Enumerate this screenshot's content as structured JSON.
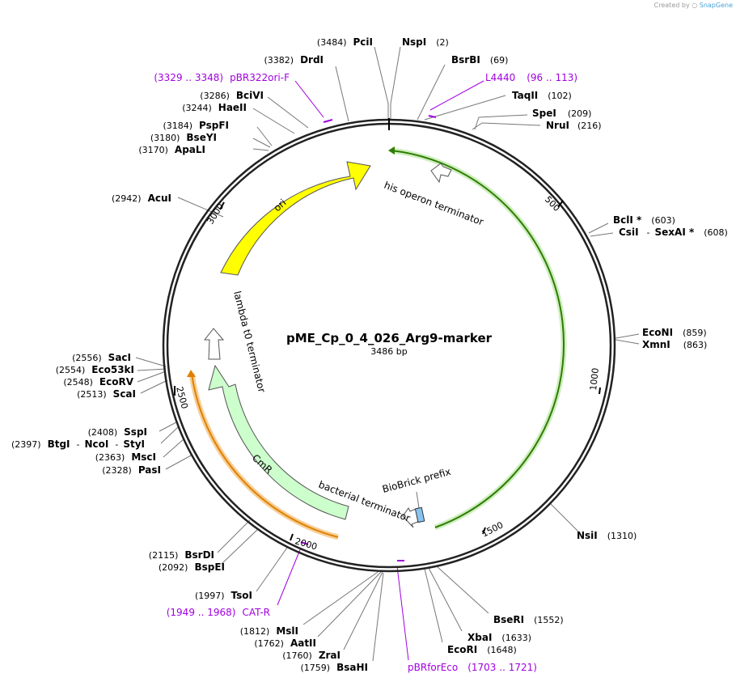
{
  "credit": {
    "prefix": "Created by",
    "brand": "SnapGene"
  },
  "plasmid": {
    "name": "pME_Cp_0_4_026_Arg9-marker",
    "length_label": "3486 bp",
    "length": 3486
  },
  "ticks": [
    {
      "pos": 500,
      "label": "500"
    },
    {
      "pos": 1000,
      "label": "1000"
    },
    {
      "pos": 1500,
      "label": "1500"
    },
    {
      "pos": 2000,
      "label": "2000"
    },
    {
      "pos": 2500,
      "label": "2500"
    },
    {
      "pos": 3000,
      "label": "3000"
    }
  ],
  "features": [
    {
      "id": "his",
      "label": "his operon terminator",
      "kind": "terminator"
    },
    {
      "id": "lambda",
      "label": "lambda t0 terminator",
      "kind": "terminator"
    },
    {
      "id": "bact",
      "label": "bacterial terminator",
      "kind": "terminator"
    },
    {
      "id": "biobrick",
      "label": "BioBrick prefix",
      "kind": "misc"
    },
    {
      "id": "ori",
      "label": "ori",
      "kind": "rep_origin",
      "color": "#ffff00"
    },
    {
      "id": "cmr",
      "label": "CmR",
      "kind": "cds",
      "color": "#ccffcc"
    }
  ],
  "sites": [
    {
      "id": "PciI",
      "name": "PciI",
      "pos": "(3484)"
    },
    {
      "id": "NspI",
      "name": "NspI",
      "pos": "(2)"
    },
    {
      "id": "DrdI",
      "name": "DrdI",
      "pos": "(3382)"
    },
    {
      "id": "BsrBI",
      "name": "BsrBI",
      "pos": "(69)"
    },
    {
      "id": "TaqII",
      "name": "TaqII",
      "pos": "(102)"
    },
    {
      "id": "SpeI",
      "name": "SpeI",
      "pos": "(209)"
    },
    {
      "id": "NruI",
      "name": "NruI",
      "pos": "(216)"
    },
    {
      "id": "BciVI",
      "name": "BciVI",
      "pos": "(3286)"
    },
    {
      "id": "HaeII",
      "name": "HaeII",
      "pos": "(3244)"
    },
    {
      "id": "PspFI",
      "name": "PspFI",
      "pos": "(3184)"
    },
    {
      "id": "BseYI",
      "name": "BseYI",
      "pos": "(3180)"
    },
    {
      "id": "ApaLI",
      "name": "ApaLI",
      "pos": "(3170)"
    },
    {
      "id": "AcuI",
      "name": "AcuI",
      "pos": "(2942)"
    },
    {
      "id": "BclI",
      "name": "BclI *",
      "pos": "(603)"
    },
    {
      "id": "CsiI",
      "name": "CsiI",
      "sep": "-",
      "name2": "SexAI *",
      "pos": "(608)"
    },
    {
      "id": "EcoNI",
      "name": "EcoNI",
      "pos": "(859)"
    },
    {
      "id": "XmnI",
      "name": "XmnI",
      "pos": "(863)"
    },
    {
      "id": "SacI",
      "name": "SacI",
      "pos": "(2556)"
    },
    {
      "id": "Eco53kI",
      "name": "Eco53kI",
      "pos": "(2554)"
    },
    {
      "id": "EcoRV",
      "name": "EcoRV",
      "pos": "(2548)"
    },
    {
      "id": "ScaI",
      "name": "ScaI",
      "pos": "(2513)"
    },
    {
      "id": "SspI",
      "name": "SspI",
      "pos": "(2408)"
    },
    {
      "id": "BtgI",
      "name": "BtgI",
      "sep": "-",
      "name2": "NcoI",
      "sep2": "-",
      "name3": "StyI",
      "pos": "(2397)"
    },
    {
      "id": "MscI",
      "name": "MscI",
      "pos": "(2363)"
    },
    {
      "id": "PasI",
      "name": "PasI",
      "pos": "(2328)"
    },
    {
      "id": "NsiI",
      "name": "NsiI",
      "pos": "(1310)"
    },
    {
      "id": "BsrDI",
      "name": "BsrDI",
      "pos": "(2115)"
    },
    {
      "id": "BspEI",
      "name": "BspEI",
      "pos": "(2092)"
    },
    {
      "id": "TsoI",
      "name": "TsoI",
      "pos": "(1997)"
    },
    {
      "id": "BseRI",
      "name": "BseRI",
      "pos": "(1552)"
    },
    {
      "id": "XbaI",
      "name": "XbaI",
      "pos": "(1633)"
    },
    {
      "id": "EcoRI",
      "name": "EcoRI",
      "pos": "(1648)"
    },
    {
      "id": "MslI",
      "name": "MslI",
      "pos": "(1812)"
    },
    {
      "id": "AatII",
      "name": "AatII",
      "pos": "(1762)"
    },
    {
      "id": "ZraI",
      "name": "ZraI",
      "pos": "(1760)"
    },
    {
      "id": "BsaHI",
      "name": "BsaHI",
      "pos": "(1759)"
    }
  ],
  "primers": [
    {
      "id": "pBR322ori",
      "name": "pBR322ori-F",
      "range": "(3329 .. 3348)"
    },
    {
      "id": "L4440",
      "name": "L4440",
      "range": "(96 .. 113)"
    },
    {
      "id": "CATR",
      "name": "CAT-R",
      "range": "(1949 .. 1968)"
    },
    {
      "id": "pBRforEco",
      "name": "pBRforEco",
      "range": "(1703 .. 1721)"
    }
  ],
  "colors": {
    "backbone": "#222222",
    "primer": "#a100e0",
    "ori": "#ffff00",
    "cmr": "#ccffcc",
    "green_feature": "#2e7d00",
    "orange_feature": "#e08000",
    "biobrick": "#88c4f0"
  }
}
